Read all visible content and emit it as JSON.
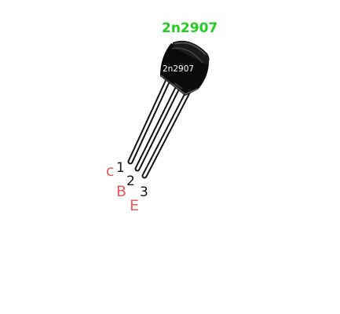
{
  "title": "2n2907",
  "body_marking": "2n2907",
  "pins": [
    {
      "number": "1",
      "name": "c"
    },
    {
      "number": "2",
      "name": "B"
    },
    {
      "number": "3",
      "name": "E"
    }
  ],
  "colors": {
    "title": "#22cc22",
    "pin_name": "#e05a5a",
    "pin_number": "#111111",
    "package": "#0a0a0a",
    "leads": "#111111"
  }
}
